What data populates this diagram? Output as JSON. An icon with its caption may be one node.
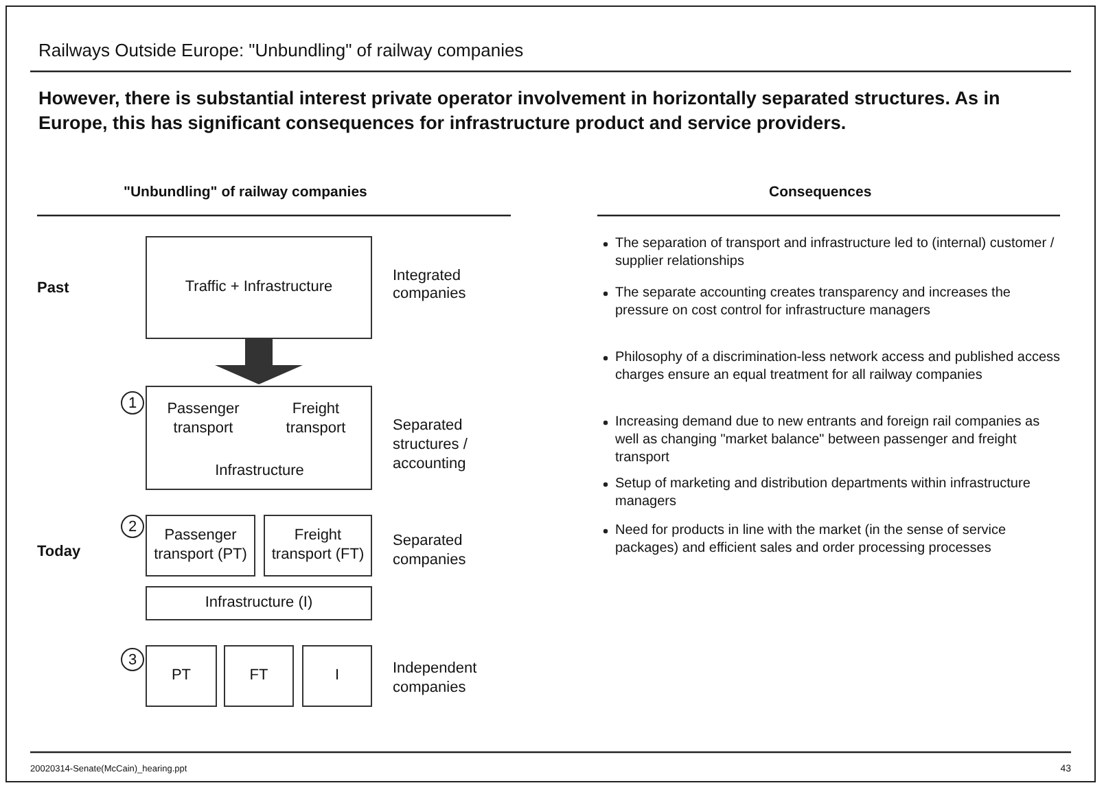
{
  "diagram": {
    "title": "Railways Outside Europe: \"Unbundling\" of railway companies",
    "nodes": [
      {
        "text": [
          "Traffic + Infrastructure"
        ],
        "beside": [
          "Integrated companies"
        ]
      },
      {
        "text": [],
        "shape": "box",
        "beside": [
          "Separated structures / accounting"
        ]
      },
      {
        "text": [
          "Passenger transport"
        ],
        "in": 1
      },
      {
        "text": [
          "Freight transport"
        ],
        "in": 1
      },
      {
        "text": [
          "Infrastructure"
        ],
        "in": 1
      },
      {
        "text": [
          "Passenger transport (PT)"
        ]
      },
      {
        "text": [
          "Freight transport (FT)"
        ]
      },
      {
        "text": [
          "Infrastructure (I)"
        ]
      },
      {
        "text": [
          "PT"
        ]
      },
      {
        "text": [
          "FT"
        ]
      },
      {
        "text": [
          "I"
        ]
      }
    ],
    "edges": [
      {
        "from": 0,
        "to": 1,
        "arrow": "to"
      }
    ],
    "labels": [
      "However, there is substantial interest private operator involvement in horizontally separated structures.  As in Europe, this has significant consequences for infrastructure product and service providers.",
      "\"Unbundling\" of railway companies",
      "Consequences",
      "Past",
      "1",
      "2",
      "Today",
      "Separated companies",
      "3",
      "Independent companies",
      "The separation of transport and infrastructure led to (internal) customer / supplier relationships",
      "The separate accounting creates transparency and increases the pressure on cost control for infrastructure managers",
      "Philosophy of a discrimination-less network access and published access charges ensure an equal treatment for all railway companies",
      "Increasing demand due to new entrants and foreign rail companies as well as changing \"market balance\" between passenger and freight transport",
      "Setup of marketing and distribution departments within infrastructure managers",
      "Need for products in line with the market (in the sense of service packages) and efficient sales and order processing processes",
      "20020314-Senate(McCain)_hearing.ppt",
      "43"
    ]
  }
}
